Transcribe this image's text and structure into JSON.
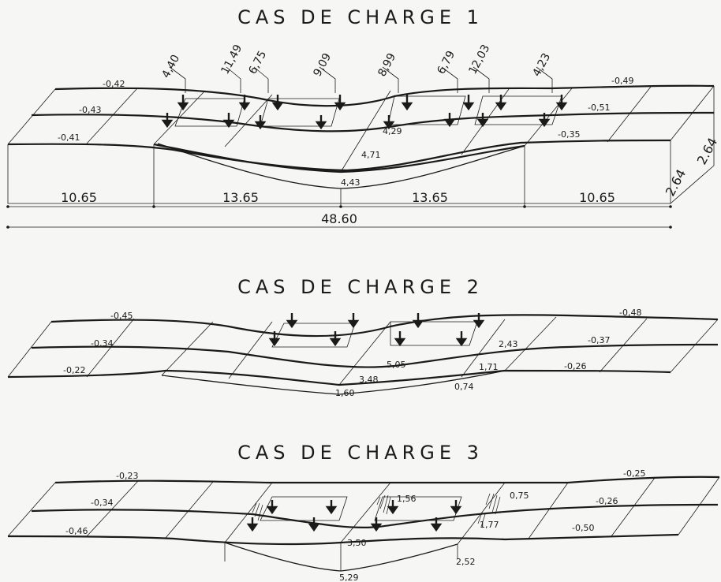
{
  "case1": {
    "title": "CAS DE CHARGE 1",
    "loads": [
      "4,40",
      "11,49",
      "6,75",
      "9,09",
      "8,99",
      "6,79",
      "12,03",
      "4,23"
    ],
    "values": {
      "a": "-0,42",
      "b": "-0,43",
      "c": "-0,41",
      "d": "-0,49",
      "e": "-0,51",
      "f": "-0,35",
      "g": "4,29",
      "h": "4,71",
      "i": "4,43"
    },
    "dims": {
      "span1": "10.65",
      "span2": "13.65",
      "span3": "13.65",
      "span4": "10.65",
      "total": "48.60",
      "depth": "2.64",
      "width": "2.64"
    }
  },
  "case2": {
    "title": "CAS DE CHARGE 2",
    "values": {
      "a": "-0,45",
      "b": "-0,34",
      "c": "-0,22",
      "d": "-0,48",
      "e": "-0,37",
      "f": "-0,26",
      "g": "5,05",
      "h": "3,48",
      "i": "1,60",
      "j": "2,43",
      "k": "1,71",
      "l": "0,74"
    }
  },
  "case3": {
    "title": "CAS DE CHARGE 3",
    "values": {
      "a": "-0,23",
      "b": "-0,34",
      "c": "-0,46",
      "d": "-0,25",
      "e": "-0,26",
      "f": "-0,50",
      "g": "1,56",
      "h": "3,50",
      "i": "5,29",
      "j": "0,75",
      "k": "1,77",
      "l": "2,52"
    }
  }
}
